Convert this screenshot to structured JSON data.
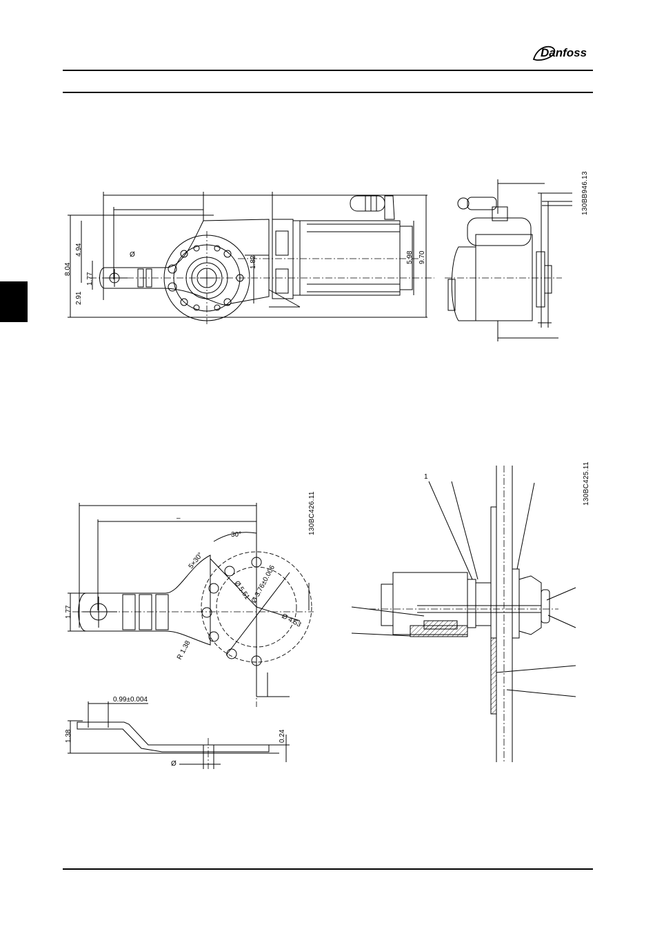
{
  "brand": {
    "logo_text": "Danfoss"
  },
  "figure_top": {
    "code": "130BB946.13",
    "dims": {
      "d1": "8.04",
      "d2": "4.94",
      "d3": "1.77",
      "d4": "2.91",
      "d5": "1.82",
      "d6": "5.98",
      "d7": "9.70",
      "phi": "Ø"
    }
  },
  "figure_bottom_left": {
    "code": "130BC426.11",
    "dims": {
      "a30": "30°",
      "a5x30": "5×30°",
      "phi551": "Ø 5.51",
      "phi376": "Ø 3.76±0.006",
      "phi453": "Ø 4.53",
      "r138": "R 1.38",
      "d177": "1.77",
      "dash": "–",
      "w099": "0.99±0.004",
      "h138": "1.38",
      "h024": "0.24",
      "phi": "Ø"
    }
  },
  "figure_bottom_right": {
    "code": "130BC425.11",
    "callout": "1"
  }
}
